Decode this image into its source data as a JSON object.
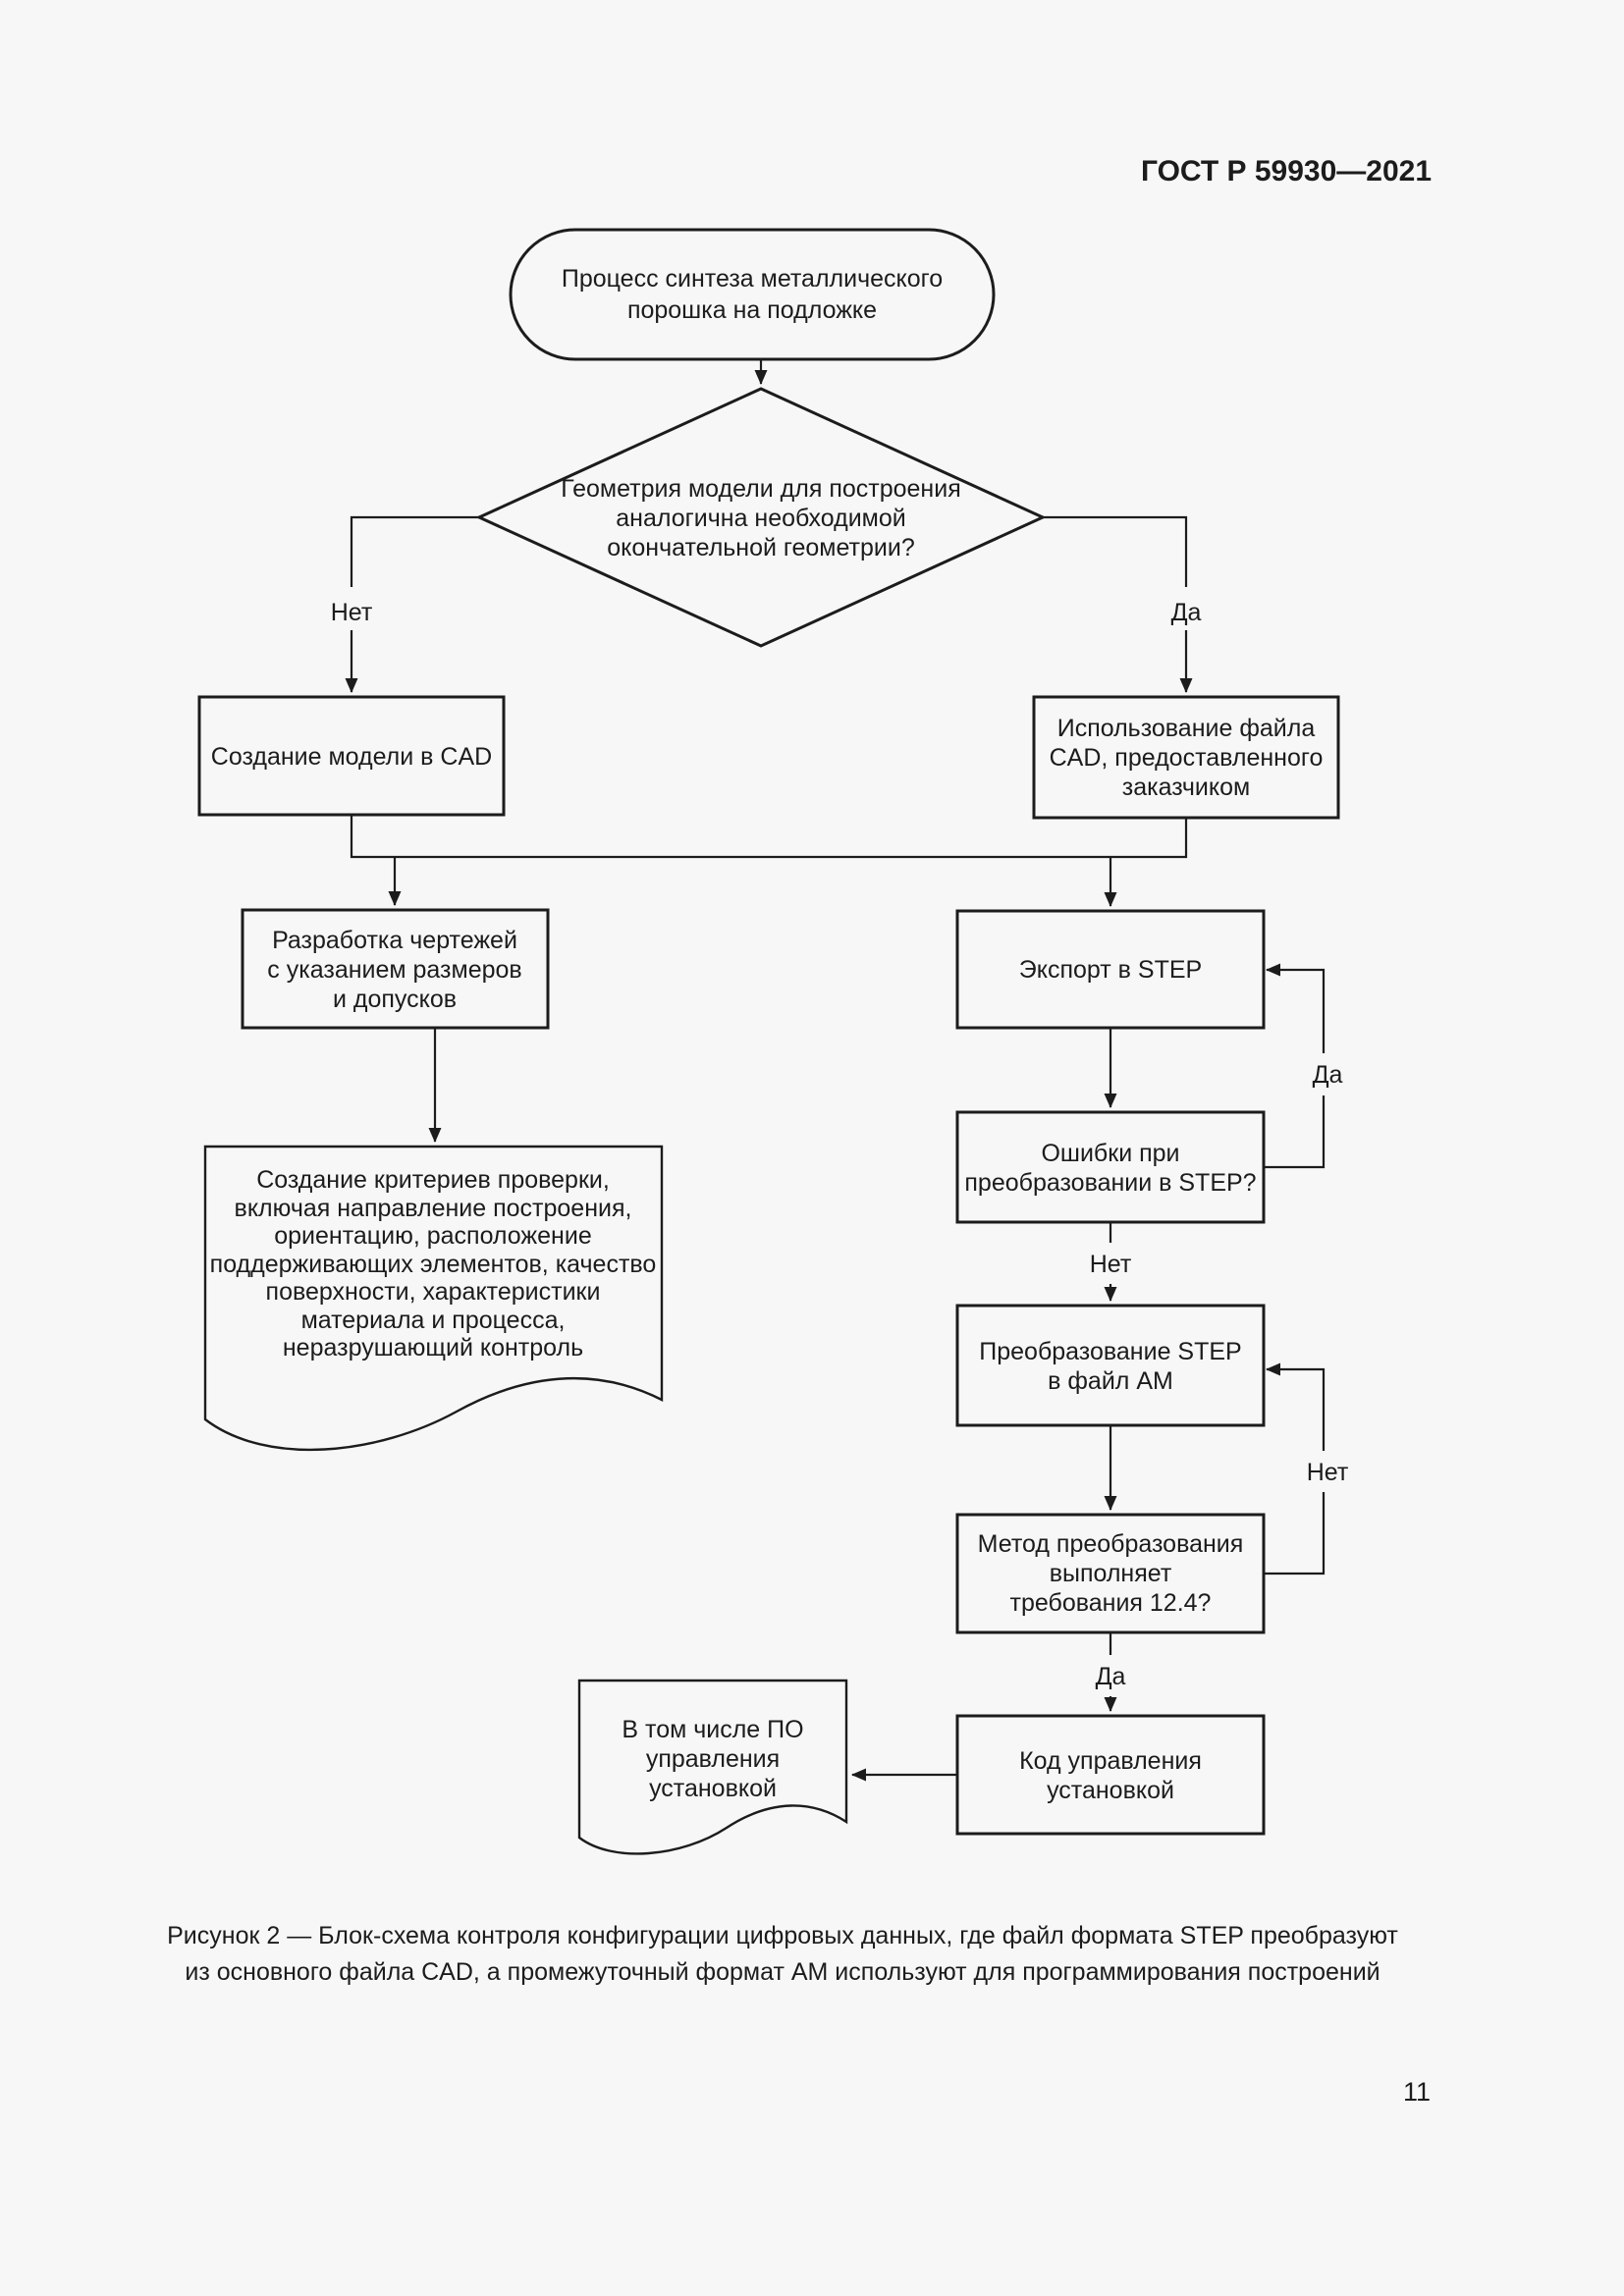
{
  "page": {
    "header": "ГОСТ Р 59930—2021",
    "page_number": "11",
    "background_color": "#f7f7f7",
    "ink_color": "#1c1c1c"
  },
  "flowchart": {
    "start": {
      "lines": [
        "Процесс синтеза металлического",
        "порошка на подложке"
      ]
    },
    "decision_geometry": {
      "lines": [
        "Геометрия модели для построения",
        "аналогична необходимой",
        "окончательной геометрии?"
      ]
    },
    "branch_labels": {
      "no": "Нет",
      "yes": "Да"
    },
    "create_model_cad": {
      "lines": [
        "Создание модели в CAD"
      ]
    },
    "use_customer_file": {
      "lines": [
        "Использование файла",
        "CAD, предоставленного",
        "заказчиком"
      ]
    },
    "develop_drawings": {
      "lines": [
        "Разработка чертежей",
        "с указанием размеров",
        "и допусков"
      ]
    },
    "export_step": {
      "lines": [
        "Экспорт в STEP"
      ]
    },
    "criteria_document": {
      "lines": [
        "Создание критериев проверки,",
        "включая направление построения,",
        "ориентацию, расположение",
        "поддерживающих элементов, качество",
        "поверхности, характеристики",
        "материала и процесса,",
        "неразрушающий контроль"
      ]
    },
    "errors_in_step": {
      "lines": [
        "Ошибки при",
        "преобразовании в STEP?"
      ]
    },
    "loop_yes_label": "Да",
    "no_after_errors": "Нет",
    "convert_step_am": {
      "lines": [
        "Преобразование STEP",
        "в файл АМ"
      ]
    },
    "loop_no_label": "Нет",
    "method_check": {
      "lines": [
        "Метод преобразования",
        "выполняет",
        "требования 12.4?"
      ]
    },
    "yes_after_method": "Да",
    "machine_code": {
      "lines": [
        "Код управления",
        "установкой"
      ]
    },
    "software_document": {
      "lines": [
        "В том числе ПО",
        "управления",
        "установкой"
      ]
    }
  },
  "caption": {
    "lines": [
      "Рисунок 2 — Блок-схема контроля конфигурации цифровых данных, где файл формата STEP преобразуют",
      "из основного файла CAD, а промежуточный формат АМ используют для программирования построений"
    ]
  }
}
